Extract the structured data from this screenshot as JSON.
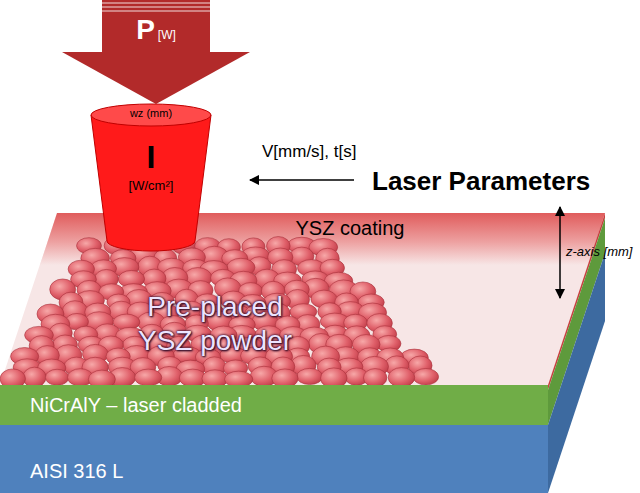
{
  "diagram": {
    "nodes": [
      {
        "text": [
          "P",
          "[W]"
        ]
      },
      {
        "text": [
          "wz (mm)",
          "I",
          "[W/cm²]"
        ]
      },
      {
        "text": [
          "YSZ coating"
        ]
      },
      {
        "text": [
          "Pre-placed YSZ powder"
        ]
      },
      {
        "text": [
          "NiCrAlY – laser cladded"
        ]
      },
      {
        "text": [
          "AISI 316 L"
        ]
      }
    ],
    "labels": [
      "V[mm/s], t[s]",
      "Laser Parameters",
      "z-axis [mm]"
    ]
  }
}
